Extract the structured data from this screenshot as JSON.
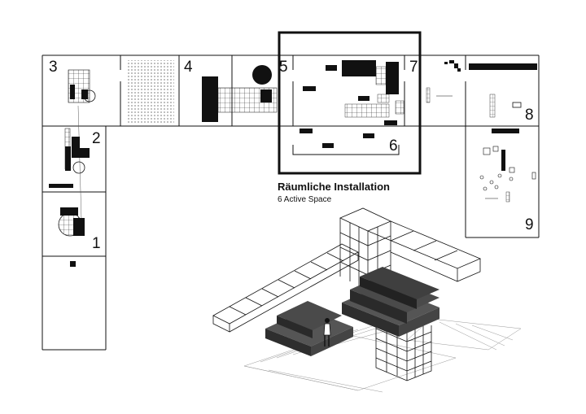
{
  "plan": {
    "room_numbers": [
      "1",
      "2",
      "3",
      "4",
      "5",
      "6",
      "7",
      "8",
      "9"
    ],
    "highlighted_room": "6"
  },
  "caption": {
    "title": "Räumliche Installation",
    "subtitle": "6 Active Space"
  },
  "colors": {
    "ink": "#111111",
    "background": "#ffffff",
    "shadow": "#3a3a3a",
    "module_fill": "#333333"
  }
}
